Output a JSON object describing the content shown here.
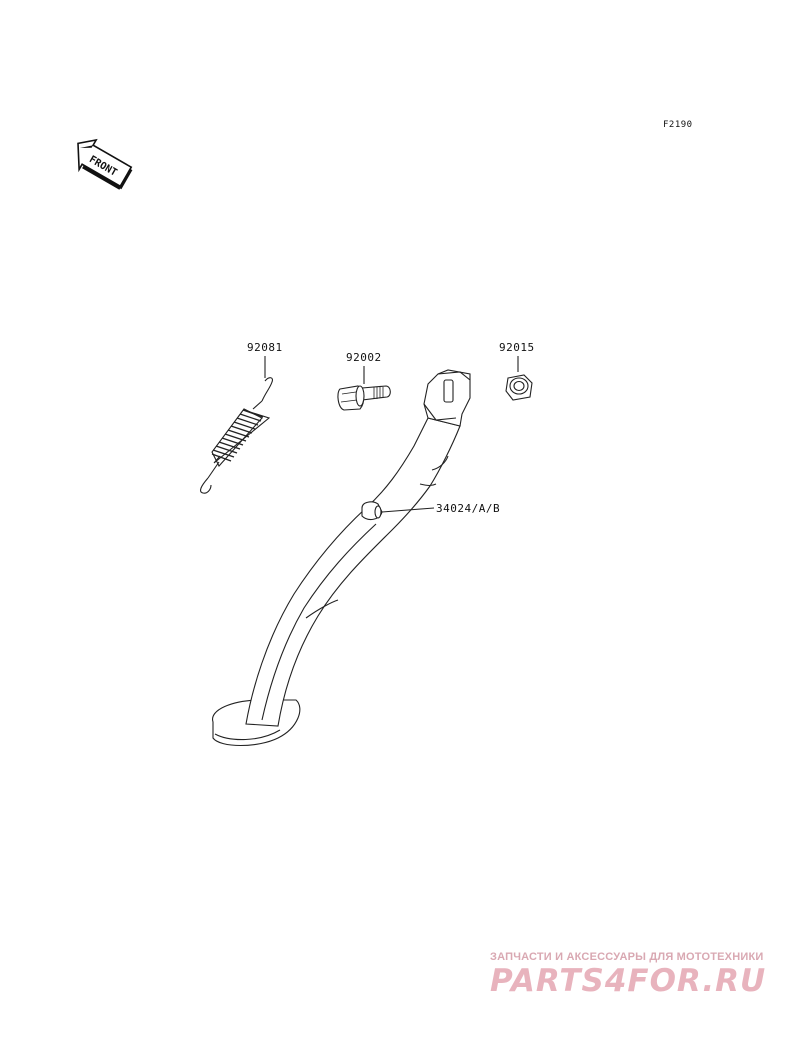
{
  "figure_code": "F2190",
  "front_label": "FRONT",
  "parts": [
    {
      "part_number": "92081",
      "icon": "spring-icon"
    },
    {
      "part_number": "92002",
      "icon": "bolt-icon"
    },
    {
      "part_number": "92015",
      "icon": "nut-icon"
    },
    {
      "part_number": "34024/A/B",
      "icon": "side-stand-icon"
    }
  ],
  "watermark": {
    "tagline": "ЗАПЧАСТИ И АКСЕССУАРЫ ДЛЯ МОТОТЕХНИКИ",
    "brand": "PARTS4FOR.RU",
    "color": "#e8b3bd"
  }
}
